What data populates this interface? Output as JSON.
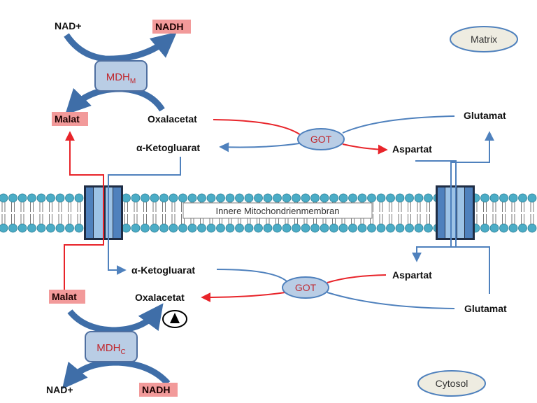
{
  "compartments": {
    "matrix": "Matrix",
    "cytosol": "Cytosol",
    "membrane": "Innere Mitochondrienmembran"
  },
  "matrix_side": {
    "nad": "NAD+",
    "nadh": "NADH",
    "enzyme": "MDH",
    "enzyme_sub": "M",
    "malat": "Malat",
    "oxalacetat": "Oxalacetat",
    "ketoglutarat": "α-Ketogluarat",
    "got": "GOT",
    "aspartat": "Aspartat",
    "glutamat": "Glutamat"
  },
  "cytosol_side": {
    "ketoglutarat": "α-Ketogluarat",
    "aspartat": "Aspartat",
    "got": "GOT",
    "malat": "Malat",
    "oxalacetat": "Oxalacetat",
    "glutamat": "Glutamat",
    "enzyme": "MDH",
    "enzyme_sub": "C",
    "nad": "NAD+",
    "nadh": "NADH"
  },
  "colors": {
    "red_arrow": "#e8242a",
    "blue_arrow": "#4f81bd",
    "enzyme_fill": "#b9cde5",
    "enzyme_stroke": "#4f6fa0",
    "lipid_head": "#4bacc6",
    "transporter_dark": "#4f81bd",
    "transporter_light": "#9dc3e6",
    "curved_arrow": "#3f6ea8"
  }
}
